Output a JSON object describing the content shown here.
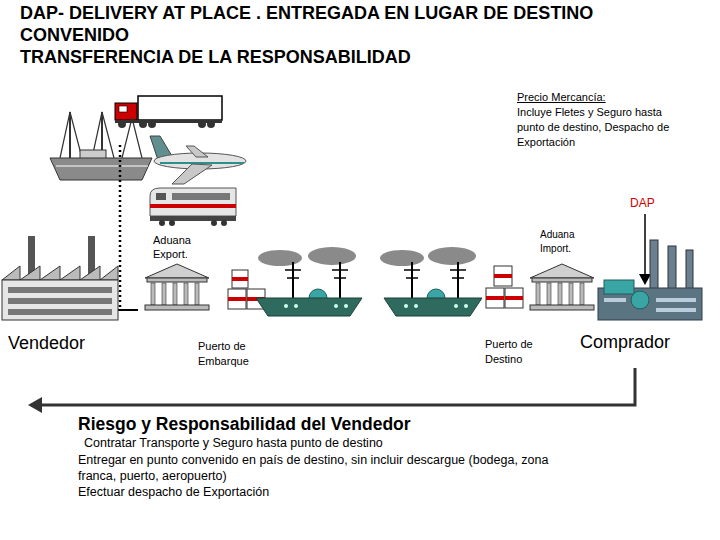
{
  "diagram": {
    "title": "DAP- DELIVERY AT PLACE . ENTREGADA EN LUGAR DE DESTINO CONVENIDO",
    "labels": [
      "TRANSFERENCIA DE LA RESPONSABILIDAD",
      "Precio Mercancía:",
      "Incluye Fletes y Seguro hasta punto de destino, Despacho de Exportación",
      "DAP",
      "Aduana Export.",
      "Aduana Import.",
      "Vendedor",
      "Puerto de Embarque",
      "Puerto de Destino",
      "Comprador",
      "Riesgo y Responsabilidad del Vendedor",
      "Contratar Transporte y Seguro hasta punto de destino",
      "Entregar en punto convenido en país de destino, sin incluir descargue (bodega, zona franca, puerto, aeropuerto)",
      "Efectuar despacho de Exportación"
    ]
  }
}
